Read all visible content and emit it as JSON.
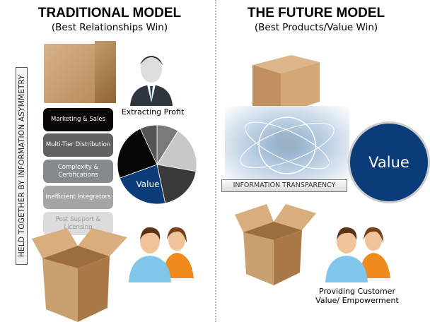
{
  "left": {
    "title": "TRADITIONAL MODEL",
    "subtitle": "(Best Relationships Win)",
    "side_label": "HELD TOGETHER BY INFORMATION ASYMMETRY",
    "layers": [
      "Marketing & Sales",
      "Multi-Tier Distribution",
      "Complexity & Certifications",
      "Inefficient Integrators",
      "Post Support & Licensing"
    ],
    "executive_caption": "Extracting Profit",
    "pie_value_label": "Value"
  },
  "right": {
    "title": "THE FUTURE MODEL",
    "subtitle": "(Best Products/Value Win)",
    "transparency_label": "INFORMATION TRANSPARENCY",
    "value_label": "Value",
    "customer_caption": "Providing Customer Value/ Empowerment"
  },
  "colors": {
    "blue": "#0a3c7a",
    "black": "#0a0606"
  }
}
